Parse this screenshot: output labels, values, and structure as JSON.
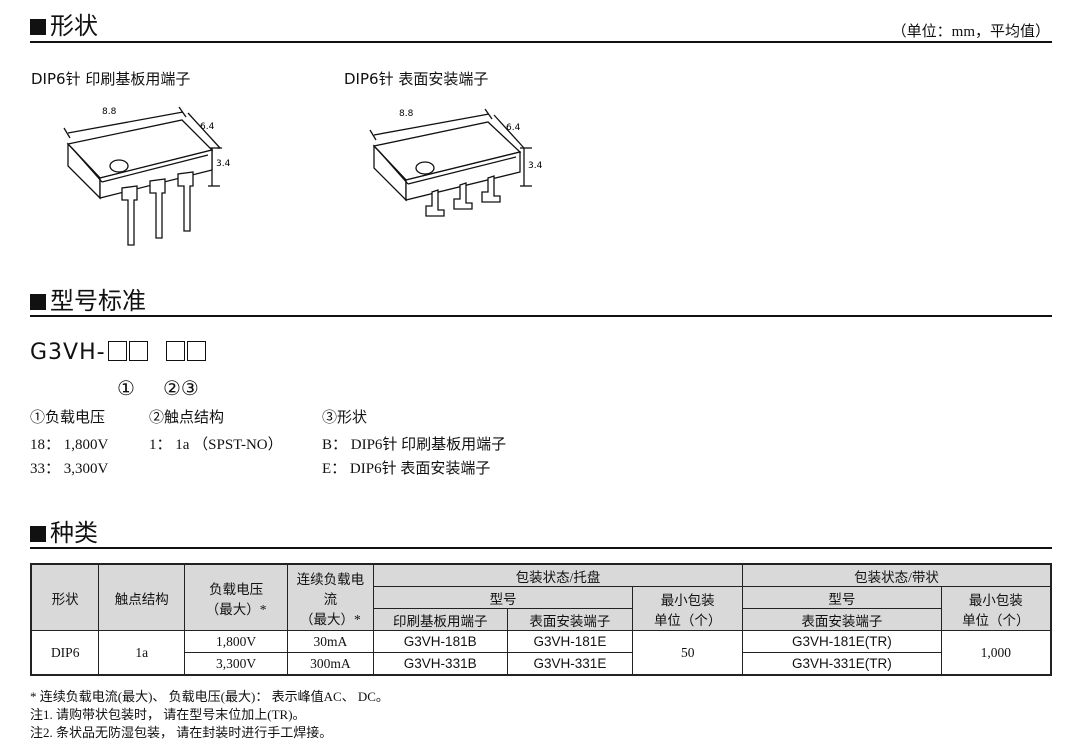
{
  "shape_section": {
    "title": "形状",
    "unit_note": "（单位：mm，平均值）",
    "caption_left": "DIP6针 印刷基板用端子",
    "caption_right": "DIP6针 表面安装端子",
    "dims": {
      "length": "8.8",
      "width": "6.4",
      "height": "3.4"
    }
  },
  "model_section": {
    "title": "型号标准",
    "model_prefix": "G3VH-",
    "model_markers": [
      "①",
      "②③"
    ],
    "col1": {
      "heading": "①负载电压",
      "lines": [
        "18： 1,800V",
        "33： 3,300V"
      ]
    },
    "col2": {
      "heading": "②触点结构",
      "lines": [
        "1： 1a （SPST-NO）"
      ]
    },
    "col3": {
      "heading": "③形状",
      "lines": [
        "B： DIP6针 印刷基板用端子",
        "E： DIP6针 表面安装端子"
      ]
    }
  },
  "types_section": {
    "title": "种类",
    "headers": {
      "shape": "形状",
      "contact": "触点结构",
      "load_voltage": "负载电压\n（最大）*",
      "load_current": "连续负载电流\n（最大）*",
      "tray_group": "包装状态/托盘",
      "tape_group": "包装状态/带状",
      "model": "型号",
      "pcb": "印刷基板用端子",
      "smd": "表面安装端子",
      "min_pack": "最小包装\n单位（个）"
    },
    "shape_value": "DIP6",
    "contact_value": "1a",
    "tray_min": "50",
    "tape_min": "1,000",
    "rows": [
      {
        "voltage": "1,800V",
        "current": "30mA",
        "pcb": "G3VH-181B",
        "smd": "G3VH-181E",
        "tape": "G3VH-181E(TR)"
      },
      {
        "voltage": "3,300V",
        "current": "300mA",
        "pcb": "G3VH-331B",
        "smd": "G3VH-331E",
        "tape": "G3VH-331E(TR)"
      }
    ],
    "notes": [
      "* 连续负载电流(最大)、 负载电压(最大)： 表示峰值AC、 DC。",
      "注1. 请购带状包装时， 请在型号末位加上(TR)。",
      "注2. 条状品无防湿包装， 请在封装时进行手工焊接。"
    ]
  }
}
